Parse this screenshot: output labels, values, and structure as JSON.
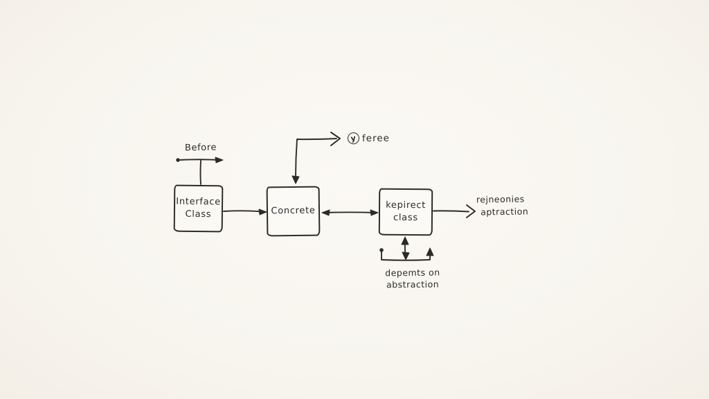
{
  "diagram": {
    "kind": "hand-drawn-sketch-flow-diagram",
    "colors": {
      "ink": "#2b2b2b",
      "paper": "#f8f5ef"
    },
    "nodes": {
      "interface": {
        "label": "Interface\nClass"
      },
      "concrete": {
        "label": "Concrete"
      },
      "kepirect": {
        "label": "kepirect\nclass"
      }
    },
    "annotations": {
      "before": "Before",
      "feree_circled_char": "y",
      "feree": "feree",
      "right_line1": "rejneonies",
      "right_line2": "aptraction",
      "bottom_line1": "depemts on",
      "bottom_line2": "abstraction"
    },
    "edges": [
      "before-tick-arrow-to-interface",
      "interface-to-concrete",
      "concrete-top-bent-arrow-to-feree",
      "concrete-double-arrow-kepirect",
      "kepirect-to-right-annotation",
      "kepirect-double-arrow-down-to-bracket"
    ]
  }
}
